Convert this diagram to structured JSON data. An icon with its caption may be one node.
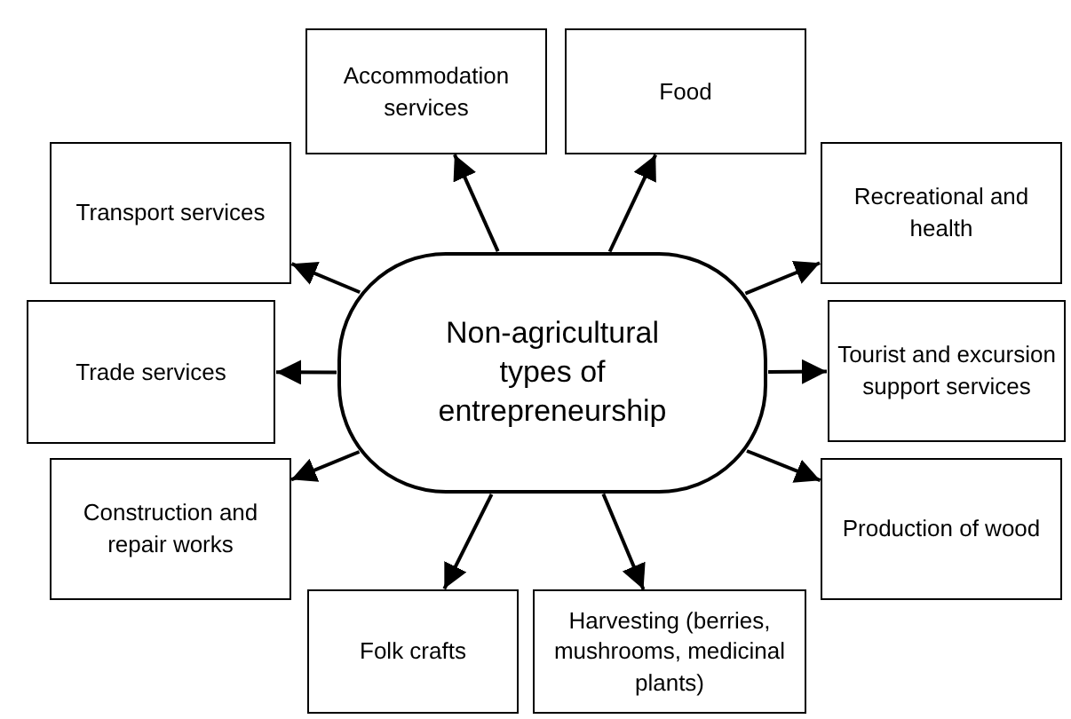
{
  "diagram": {
    "nodes": [
      {
        "text": [
          "Non-agricultural types of entrepreneurship"
        ]
      },
      {
        "text": [
          "Accommodation services"
        ]
      },
      {
        "text": [
          "Food"
        ]
      },
      {
        "text": [
          "Transport services"
        ]
      },
      {
        "text": [
          "Recreational and health"
        ]
      },
      {
        "text": [
          "Trade services"
        ]
      },
      {
        "text": [
          "Tourist and excursion support services"
        ]
      },
      {
        "text": [
          "Construction and repair works"
        ]
      },
      {
        "text": [
          "Production of wood"
        ]
      },
      {
        "text": [
          "Folk crafts"
        ]
      },
      {
        "text": [
          "Harvesting (berries, mushrooms, medicinal plants)"
        ]
      }
    ],
    "edges": [
      {
        "from": 0,
        "to": 1,
        "arrow": "to"
      },
      {
        "from": 0,
        "to": 2,
        "arrow": "to"
      },
      {
        "from": 0,
        "to": 3,
        "arrow": "to"
      },
      {
        "from": 0,
        "to": 4,
        "arrow": "to"
      },
      {
        "from": 0,
        "to": 5,
        "arrow": "to"
      },
      {
        "from": 0,
        "to": 6,
        "arrow": "to"
      },
      {
        "from": 0,
        "to": 7,
        "arrow": "to"
      },
      {
        "from": 0,
        "to": 8,
        "arrow": "to"
      },
      {
        "from": 0,
        "to": 9,
        "arrow": "to"
      },
      {
        "from": 0,
        "to": 10,
        "arrow": "to"
      }
    ]
  }
}
